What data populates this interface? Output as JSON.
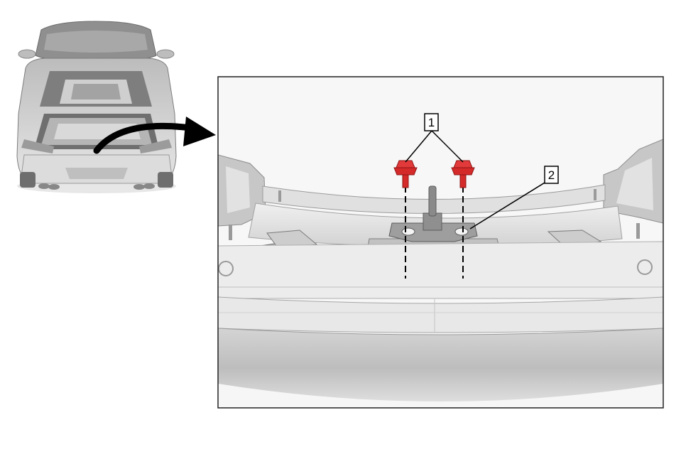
{
  "diagram": {
    "callouts": [
      {
        "id": "callout-1",
        "label": "1"
      },
      {
        "id": "callout-2",
        "label": "2"
      }
    ],
    "colors": {
      "fastener": "#d42a2a",
      "fastener_dark": "#8e1414",
      "body_light": "#e9e9e9",
      "body_mid": "#c9c9c9",
      "body_dark": "#9a9a9a",
      "outline": "#1a1a1a"
    },
    "icons": [
      "overview-car-icon",
      "direction-arrow-icon",
      "fastener-icon",
      "latch-striker-icon"
    ]
  }
}
